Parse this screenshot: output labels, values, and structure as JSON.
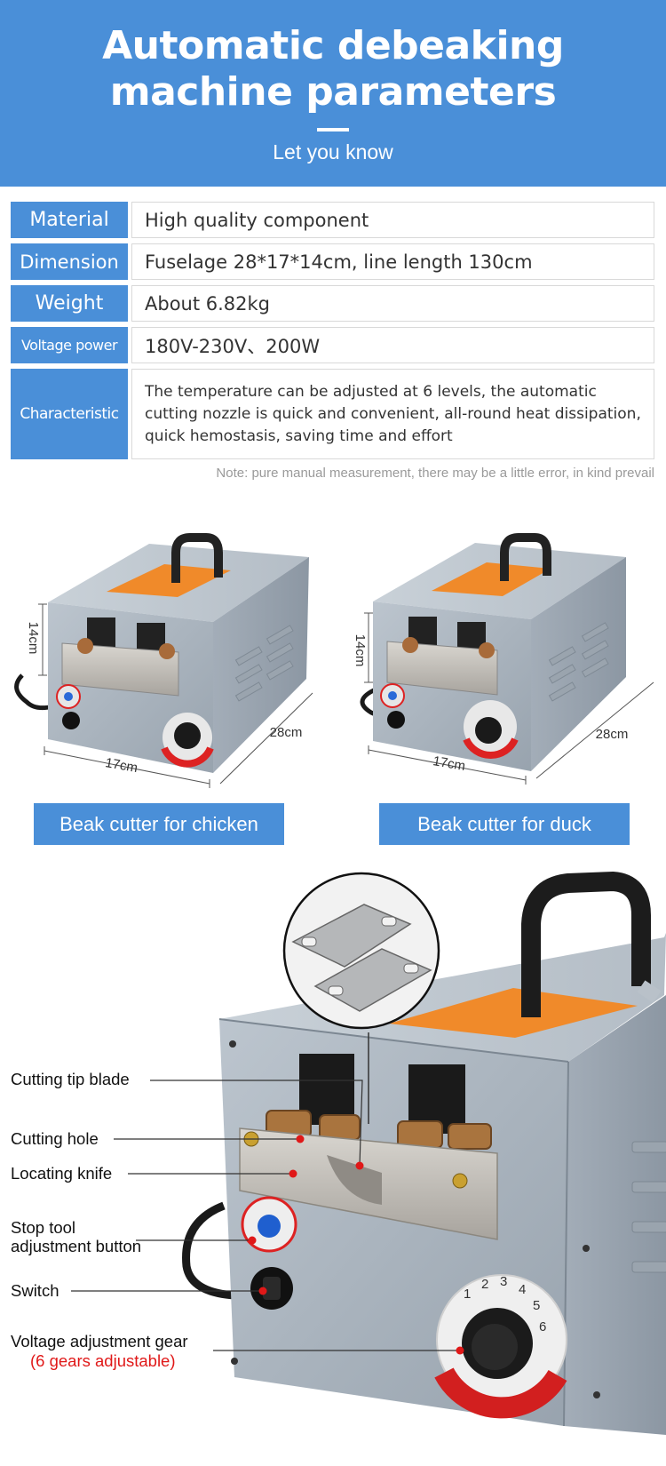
{
  "header": {
    "title_line1": "Automatic debeaking",
    "title_line2": "machine parameters",
    "subtitle": "Let you know"
  },
  "params": [
    {
      "label": "Material",
      "value": "High quality component"
    },
    {
      "label": "Dimension",
      "value": "Fuselage 28*17*14cm, line length 130cm"
    },
    {
      "label": "Weight",
      "value": "About 6.82kg"
    },
    {
      "label": "Voltage power",
      "value": "180V-230V、200W"
    },
    {
      "label": "Characteristic",
      "value": "The temperature can be adjusted at 6 levels, the automatic cutting nozzle is quick and convenient,  all-round heat dissipation, quick hemostasis, saving time and effort"
    }
  ],
  "note": "Note: pure manual measurement, there may be a little error, in kind prevail",
  "products": [
    {
      "caption": "Beak cutter for chicken",
      "dim_height": "14cm",
      "dim_width": "17cm",
      "dim_depth": "28cm"
    },
    {
      "caption": "Beak cutter for duck",
      "dim_height": "14cm",
      "dim_width": "17cm",
      "dim_depth": "28cm"
    }
  ],
  "callouts": [
    {
      "label": "Cutting tip blade"
    },
    {
      "label": "Cutting hole"
    },
    {
      "label": "Locating knife"
    },
    {
      "label_line1": "Stop tool",
      "label_line2": "adjustment button"
    },
    {
      "label": "Switch"
    },
    {
      "label": "Voltage adjustment gear",
      "note": "(6 gears adjustable)"
    }
  ],
  "dial_numbers": [
    "1",
    "2",
    "3",
    "4",
    "5",
    "6"
  ],
  "colors": {
    "brand_blue": "#4a8fd8",
    "callout_red": "#e01818",
    "machine_gray": "#a9b3bd"
  }
}
